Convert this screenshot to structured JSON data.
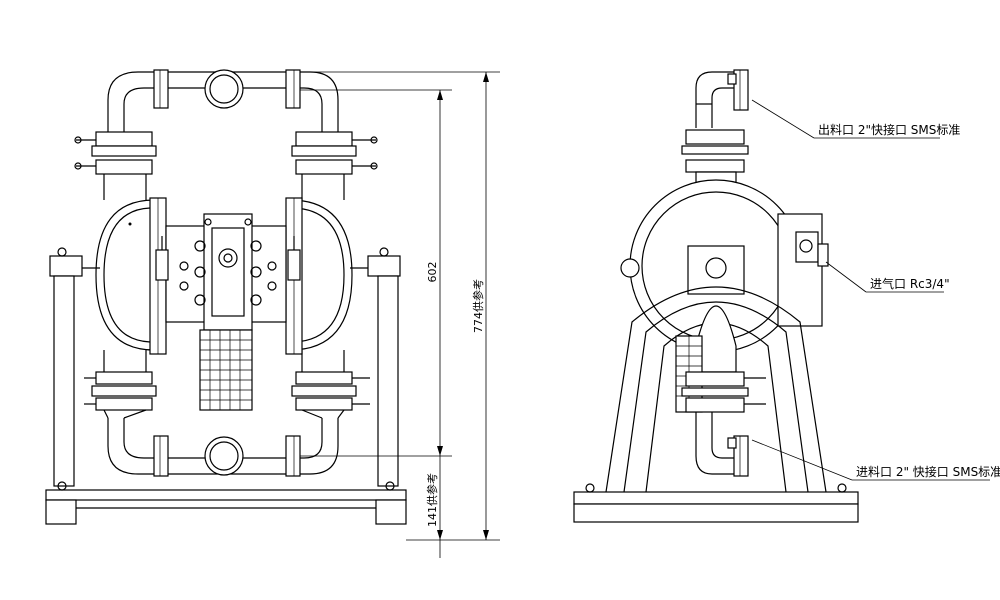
{
  "dimensions": {
    "height_602": "602",
    "height_774": "774供参考",
    "height_141": "141供参考"
  },
  "callouts": {
    "outlet": "出料口 2\"快接口 SMS标准",
    "air_inlet": "进气口 Rc3/4\"",
    "inlet": "进料口 2\" 快接口 SMS标准"
  }
}
